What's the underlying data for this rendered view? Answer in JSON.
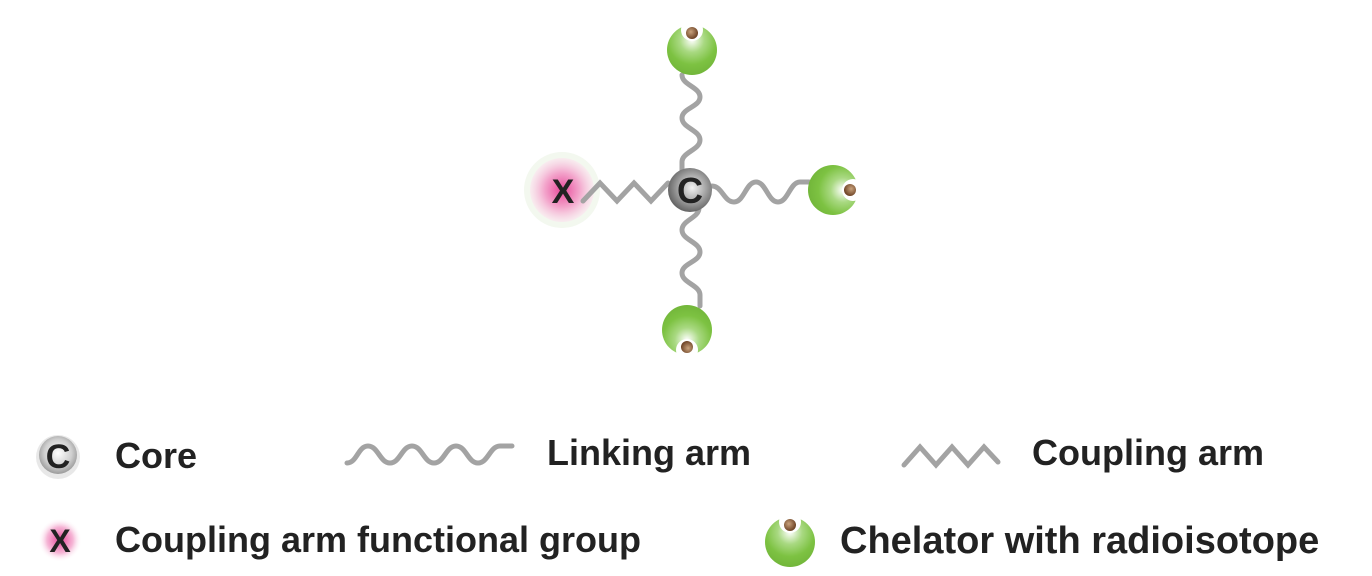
{
  "diagram": {
    "core_letter": "C",
    "functional_group_letter": "X"
  },
  "legend": {
    "core": "Core",
    "linking_arm": "Linking arm",
    "coupling_arm": "Coupling arm",
    "functional_group": "Coupling arm functional group",
    "chelator": "Chelator with radioisotope"
  },
  "colors": {
    "chelator_green": "#7dc242",
    "isotope_brown": "#7a5232",
    "functional_group_pink": "#e8489a",
    "core_gray": "#8a8a8a",
    "arm_gray": "#a3a3a3"
  }
}
